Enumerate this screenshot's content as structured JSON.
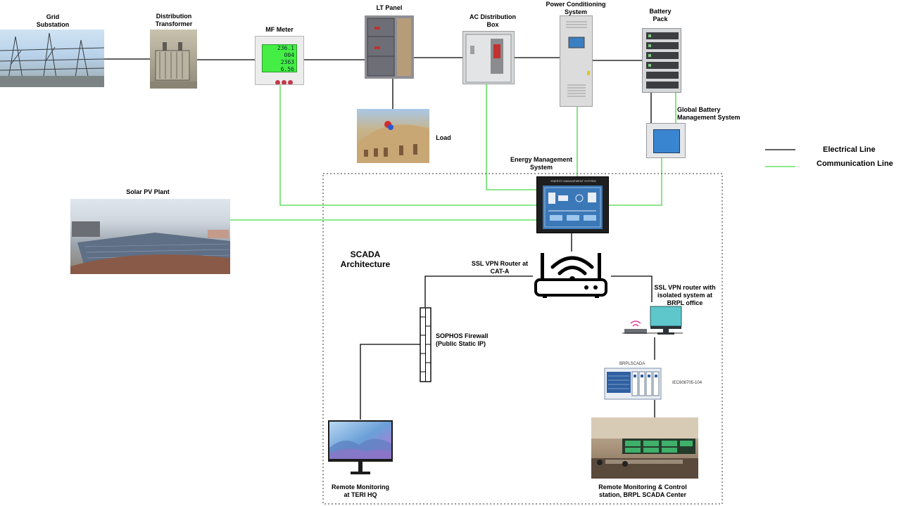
{
  "nodes": {
    "grid_substation": "Grid\nSubstation",
    "distribution_transformer": "Distribution\nTransformer",
    "mf_meter": "MF Meter",
    "lt_panel": "LT Panel",
    "load": "Load",
    "ac_distribution_box": "AC Distribution\nBox",
    "power_conditioning_system": "Power Conditioning\nSystem",
    "battery_pack": "Battery\nPack",
    "global_bms": "Global Battery\nManagement System",
    "energy_management_system": "Energy Management\nSystem",
    "ems_screen_caption": "ENERGY MANAGEMENT SYSTEM",
    "solar_pv_plant": "Solar PV Plant",
    "scada_architecture": "SCADA\nArchitecture",
    "ssl_vpn_router_cat_a": "SSL VPN Router at\nCAT-A",
    "ssl_vpn_router_brpl": "SSL VPN router with\nisolated system at\nBRPL office",
    "sophos_firewall": "SOPHOS Firewall\n(Public Static IP)",
    "brplscada_header": "BRPLSCADA",
    "iec_label": "IEC608705-104",
    "remote_monitoring_teri": "Remote Monitoring\nat TERI HQ",
    "remote_monitoring_brpl": "Remote Monitoring & Control\nstation, BRPL SCADA Center"
  },
  "meter_readings": [
    "236.1",
    "004",
    "2363",
    "6.56"
  ],
  "legend": {
    "electrical_line": "Electrical Line",
    "communication_line": "Communication Line"
  },
  "colors": {
    "electrical_line": "#000000",
    "communication_line": "#66e066",
    "meter_display": "#44ee44",
    "ems_screen": "#3a78b8"
  },
  "icons": {
    "router": "wifi-router-icon",
    "firewall": "firewall-icon",
    "monitor": "monitor-icon",
    "scada_rack": "scada-rack-icon"
  }
}
